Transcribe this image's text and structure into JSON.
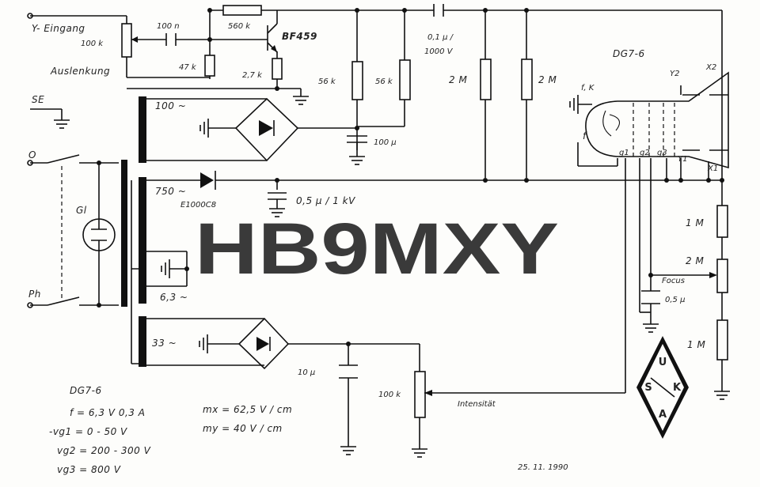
{
  "callsign": "HB9MXY",
  "date_mark": "25. 11. 1990",
  "labels": {
    "y_input": "Y- Eingang",
    "deflection": "Auslenkung",
    "pot_100k_top": "100 k",
    "cap_100n": "100 n",
    "r_560k": "560 k",
    "transistor": "BF459",
    "r_47k": "47 k",
    "r_27k": "2,7 k",
    "r_56k_a": "56 k",
    "r_56k_b": "56 k",
    "cap_01u": "0,1 µ /",
    "cap_1000v": "1000 V",
    "r_2m_a": "2 M",
    "r_2m_b": "2 M",
    "tube": "DG7-6",
    "se": "SE",
    "o": "O",
    "gl": "Gl",
    "ph": "Ph",
    "v100": "100 ~",
    "cap_100u": "100 µ",
    "v750": "750 ~",
    "diode": "E1000C8",
    "cap_05u1kv": "0,5 µ / 1 kV",
    "v63": "6,3 ~",
    "v33": "33 ~",
    "cap_10u": "10 µ",
    "pot_100k_int": "100 k",
    "intensity": "Intensität",
    "focus": "Focus",
    "cap_05u": "0,5 µ",
    "r_1m_a": "1 M",
    "r_2m_focus": "2 M",
    "r_1m_b": "1 M",
    "fk": "f, K",
    "f": "f",
    "g1": "g1",
    "g2": "g2",
    "g3": "g3",
    "x1": "X1",
    "x2": "X2",
    "y1": "Y1",
    "y2": "Y2"
  },
  "logo_letters": [
    "U",
    "S",
    "K",
    "A"
  ],
  "specs": {
    "title": "DG7-6",
    "rows": [
      "f = 6,3 V 0,3 A",
      "-vg1 = 0 - 50 V",
      "vg2 = 200 - 300 V",
      "vg3 = 800 V"
    ],
    "sens": [
      "mx = 62,5 V / cm",
      "my = 40 V / cm"
    ]
  }
}
